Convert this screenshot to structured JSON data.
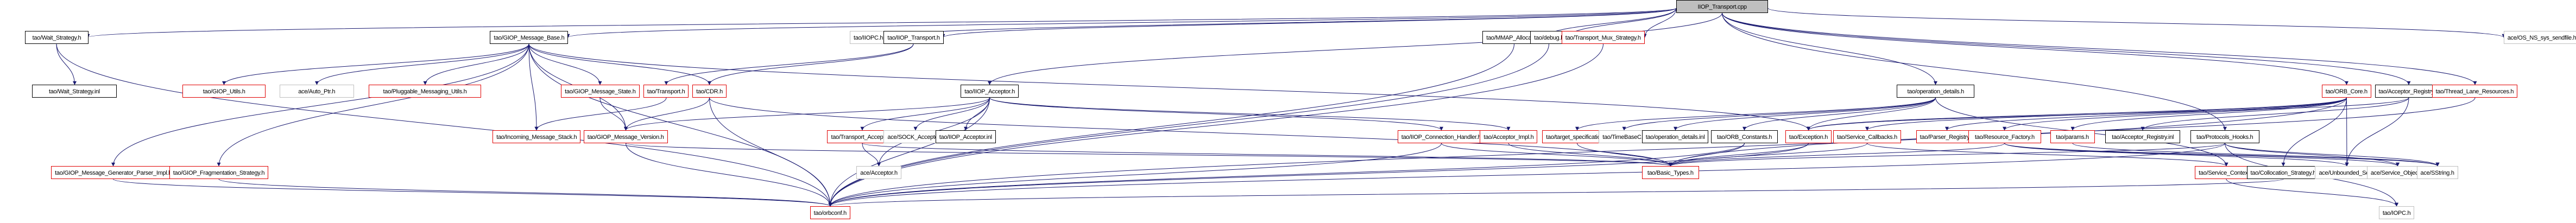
{
  "diagram": {
    "type": "include-dependency-graph",
    "root": "IIOP_Transport.cpp",
    "colors": {
      "edge": "#191970",
      "root_fill": "#bfbfbf",
      "documented_border": "#000000",
      "truncated_border": "#e00000",
      "external_border": "#bfbfbf"
    },
    "nodes": [
      {
        "id": "root",
        "label": "IIOP_Transport.cpp",
        "style": "root"
      },
      {
        "id": "wait_h",
        "label": "tao/Wait_Strategy.h",
        "style": "normal"
      },
      {
        "id": "wait_inl",
        "label": "tao/Wait_Strategy.inl",
        "style": "normal"
      },
      {
        "id": "giop_base",
        "label": "tao/GIOP_Message_Base.h",
        "style": "normal"
      },
      {
        "id": "iiopc",
        "label": "tao/IIOPC.h",
        "style": "gray"
      },
      {
        "id": "iiop_transport_h",
        "label": "tao/IIOP_Transport.h",
        "style": "normal"
      },
      {
        "id": "mmap",
        "label": "tao/MMAP_Allocator.h",
        "style": "normal"
      },
      {
        "id": "debug",
        "label": "tao/debug.h",
        "style": "normal"
      },
      {
        "id": "mux",
        "label": "tao/Transport_Mux_Strategy.h",
        "style": "red"
      },
      {
        "id": "sendfile",
        "label": "ace/OS_NS_sys_sendfile.h",
        "style": "gray"
      },
      {
        "id": "giop_utils",
        "label": "tao/GIOP_Utils.h",
        "style": "red"
      },
      {
        "id": "auto_ptr",
        "label": "ace/Auto_Ptr.h",
        "style": "gray"
      },
      {
        "id": "pluggable",
        "label": "tao/Pluggable_Messaging_Utils.h",
        "style": "red"
      },
      {
        "id": "giop_state",
        "label": "tao/GIOP_Message_State.h",
        "style": "red"
      },
      {
        "id": "transport_h",
        "label": "tao/Transport.h",
        "style": "red"
      },
      {
        "id": "cdr",
        "label": "tao/CDR.h",
        "style": "red"
      },
      {
        "id": "iiop_acceptor",
        "label": "tao/IIOP_Acceptor.h",
        "style": "normal"
      },
      {
        "id": "op_details_h",
        "label": "tao/operation_details.h",
        "style": "normal"
      },
      {
        "id": "orb_core",
        "label": "tao/ORB_Core.h",
        "style": "red"
      },
      {
        "id": "acc_registry",
        "label": "tao/Acceptor_Registry.h",
        "style": "normal"
      },
      {
        "id": "thread_lane",
        "label": "tao/Thread_Lane_Resources.h",
        "style": "red"
      },
      {
        "id": "incoming",
        "label": "tao/Incoming_Message_Stack.h",
        "style": "red"
      },
      {
        "id": "giop_version",
        "label": "tao/GIOP_Message_Version.h",
        "style": "red"
      },
      {
        "id": "transport_acc",
        "label": "tao/Transport_Acceptor.h",
        "style": "red"
      },
      {
        "id": "sock_acc",
        "label": "ace/SOCK_Acceptor.h",
        "style": "gray"
      },
      {
        "id": "iiop_acc_inl",
        "label": "tao/IIOP_Acceptor.inl",
        "style": "normal"
      },
      {
        "id": "iiop_conn",
        "label": "tao/IIOP_Connection_Handler.h",
        "style": "red"
      },
      {
        "id": "acc_impl",
        "label": "tao/Acceptor_Impl.h",
        "style": "red"
      },
      {
        "id": "target_spec",
        "label": "tao/target_specification.h",
        "style": "red"
      },
      {
        "id": "timebase",
        "label": "tao/TimeBaseC.h",
        "style": "gray"
      },
      {
        "id": "op_details_inl",
        "label": "tao/operation_details.inl",
        "style": "normal"
      },
      {
        "id": "orb_const",
        "label": "tao/ORB_Constants.h",
        "style": "normal"
      },
      {
        "id": "exception",
        "label": "tao/Exception.h",
        "style": "red"
      },
      {
        "id": "svc_callbacks",
        "label": "tao/Service_Callbacks.h",
        "style": "red"
      },
      {
        "id": "parser_reg",
        "label": "tao/Parser_Registry.h",
        "style": "red"
      },
      {
        "id": "res_factory",
        "label": "tao/Resource_Factory.h",
        "style": "red"
      },
      {
        "id": "params",
        "label": "tao/params.h",
        "style": "red"
      },
      {
        "id": "acc_reg_inl",
        "label": "tao/Acceptor_Registry.inl",
        "style": "normal"
      },
      {
        "id": "proto_hooks",
        "label": "tao/Protocols_Hooks.h",
        "style": "normal"
      },
      {
        "id": "msg_gen",
        "label": "tao/GIOP_Message_Generator_Parser_Impl.h",
        "style": "red"
      },
      {
        "id": "frag",
        "label": "tao/GIOP_Fragmentation_Strategy.h",
        "style": "red"
      },
      {
        "id": "ace_acceptor",
        "label": "ace/Acceptor.h",
        "style": "gray"
      },
      {
        "id": "basic_types",
        "label": "tao/Basic_Types.h",
        "style": "red"
      },
      {
        "id": "svc_context",
        "label": "tao/Service_Context.h",
        "style": "red"
      },
      {
        "id": "colloc",
        "label": "tao/Collocation_Strategy.h",
        "style": "normal"
      },
      {
        "id": "unb_set",
        "label": "ace/Unbounded_Set.h",
        "style": "gray"
      },
      {
        "id": "svc_obj",
        "label": "ace/Service_Object.h",
        "style": "gray"
      },
      {
        "id": "sstring",
        "label": "ace/SString.h",
        "style": "gray"
      },
      {
        "id": "orbconf",
        "label": "tao/orbconf.h",
        "style": "red"
      },
      {
        "id": "iopc",
        "label": "tao/IOPC.h",
        "style": "gray"
      }
    ],
    "edges": [
      [
        "root",
        "wait_h"
      ],
      [
        "root",
        "giop_base"
      ],
      [
        "root",
        "iiopc"
      ],
      [
        "root",
        "iiop_transport_h"
      ],
      [
        "root",
        "mmap"
      ],
      [
        "root",
        "debug"
      ],
      [
        "root",
        "mux"
      ],
      [
        "root",
        "sendfile"
      ],
      [
        "root",
        "iiop_acceptor"
      ],
      [
        "root",
        "op_details_h"
      ],
      [
        "root",
        "orb_core"
      ],
      [
        "root",
        "acc_registry"
      ],
      [
        "root",
        "thread_lane"
      ],
      [
        "root",
        "proto_hooks"
      ],
      [
        "wait_h",
        "wait_inl"
      ],
      [
        "wait_h",
        "orbconf"
      ],
      [
        "giop_base",
        "giop_utils"
      ],
      [
        "giop_base",
        "auto_ptr"
      ],
      [
        "giop_base",
        "pluggable"
      ],
      [
        "giop_base",
        "giop_state"
      ],
      [
        "giop_base",
        "cdr"
      ],
      [
        "giop_base",
        "msg_gen"
      ],
      [
        "giop_base",
        "frag"
      ],
      [
        "giop_base",
        "incoming"
      ],
      [
        "giop_base",
        "giop_version"
      ],
      [
        "giop_base",
        "orbconf"
      ],
      [
        "giop_base",
        "exception"
      ],
      [
        "iiop_transport_h",
        "cdr"
      ],
      [
        "iiop_transport_h",
        "transport_h"
      ],
      [
        "giop_state",
        "giop_version"
      ],
      [
        "transport_h",
        "incoming"
      ],
      [
        "cdr",
        "giop_version"
      ],
      [
        "cdr",
        "orbconf"
      ],
      [
        "cdr",
        "basic_types"
      ],
      [
        "iiop_acceptor",
        "transport_acc"
      ],
      [
        "iiop_acceptor",
        "sock_acc"
      ],
      [
        "iiop_acceptor",
        "iiop_acc_inl"
      ],
      [
        "iiop_acceptor",
        "iiop_conn"
      ],
      [
        "iiop_acceptor",
        "acc_impl"
      ],
      [
        "iiop_acceptor",
        "ace_acceptor"
      ],
      [
        "iiop_acceptor",
        "giop_version"
      ],
      [
        "iiop_acceptor",
        "orbconf"
      ],
      [
        "transport_acc",
        "ace_acceptor"
      ],
      [
        "transport_acc",
        "basic_types"
      ],
      [
        "iiop_conn",
        "basic_types"
      ],
      [
        "iiop_conn",
        "orbconf"
      ],
      [
        "acc_impl",
        "basic_types"
      ],
      [
        "op_details_h",
        "target_spec"
      ],
      [
        "op_details_h",
        "timebase"
      ],
      [
        "op_details_h",
        "op_details_inl"
      ],
      [
        "op_details_h",
        "svc_context"
      ],
      [
        "op_details_h",
        "exception"
      ],
      [
        "op_details_h",
        "orb_const"
      ],
      [
        "target_spec",
        "basic_types"
      ],
      [
        "orb_const",
        "basic_types"
      ],
      [
        "orb_const",
        "orbconf"
      ],
      [
        "orb_core",
        "exception"
      ],
      [
        "orb_core",
        "svc_callbacks"
      ],
      [
        "orb_core",
        "parser_reg"
      ],
      [
        "orb_core",
        "res_factory"
      ],
      [
        "orb_core",
        "params"
      ],
      [
        "orb_core",
        "colloc"
      ],
      [
        "orb_core",
        "unb_set"
      ],
      [
        "orb_core",
        "orbconf"
      ],
      [
        "acc_registry",
        "acc_reg_inl"
      ],
      [
        "acc_registry",
        "exception"
      ],
      [
        "acc_registry",
        "unb_set"
      ],
      [
        "thread_lane",
        "basic_types"
      ],
      [
        "exception",
        "basic_types"
      ],
      [
        "exception",
        "orbconf"
      ],
      [
        "svc_callbacks",
        "svc_context"
      ],
      [
        "svc_callbacks",
        "basic_types"
      ],
      [
        "res_factory",
        "unb_set"
      ],
      [
        "res_factory",
        "svc_obj"
      ],
      [
        "res_factory",
        "sstring"
      ],
      [
        "res_factory",
        "basic_types"
      ],
      [
        "params",
        "sstring"
      ],
      [
        "proto_hooks",
        "basic_types"
      ],
      [
        "proto_hooks",
        "sstring"
      ],
      [
        "proto_hooks",
        "svc_obj"
      ],
      [
        "proto_hooks",
        "iopc"
      ],
      [
        "proto_hooks",
        "orbconf"
      ],
      [
        "svc_context",
        "iopc"
      ],
      [
        "colloc",
        "orbconf"
      ],
      [
        "msg_gen",
        "orbconf"
      ],
      [
        "frag",
        "orbconf"
      ],
      [
        "giop_version",
        "basic_types"
      ],
      [
        "giop_version",
        "orbconf"
      ],
      [
        "mmap",
        "orbconf"
      ],
      [
        "mux",
        "orbconf"
      ],
      [
        "debug",
        "orbconf"
      ]
    ]
  }
}
